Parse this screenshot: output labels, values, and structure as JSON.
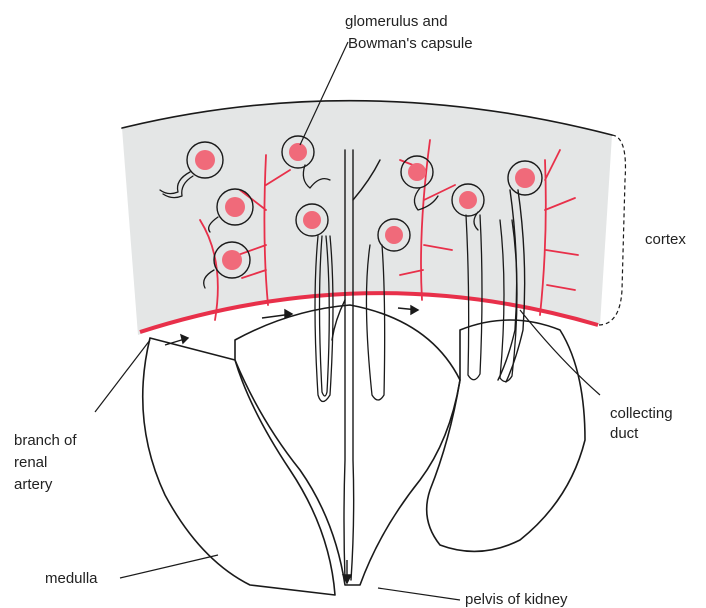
{
  "labels": {
    "glomerulus_line1": "glomerulus and",
    "glomerulus_line2": "Bowman's capsule",
    "cortex": "cortex",
    "collecting_line1": "collecting",
    "collecting_line2": "duct",
    "branch_line1": "branch of",
    "branch_line2": "renal",
    "branch_line3": "artery",
    "medulla": "medulla",
    "pelvis": "pelvis of kidney"
  },
  "colors": {
    "cortex_fill": "#e4e6e6",
    "artery": "#e8304a",
    "glomerulus": "#f06a7a",
    "ink": "#1a1a1a"
  }
}
